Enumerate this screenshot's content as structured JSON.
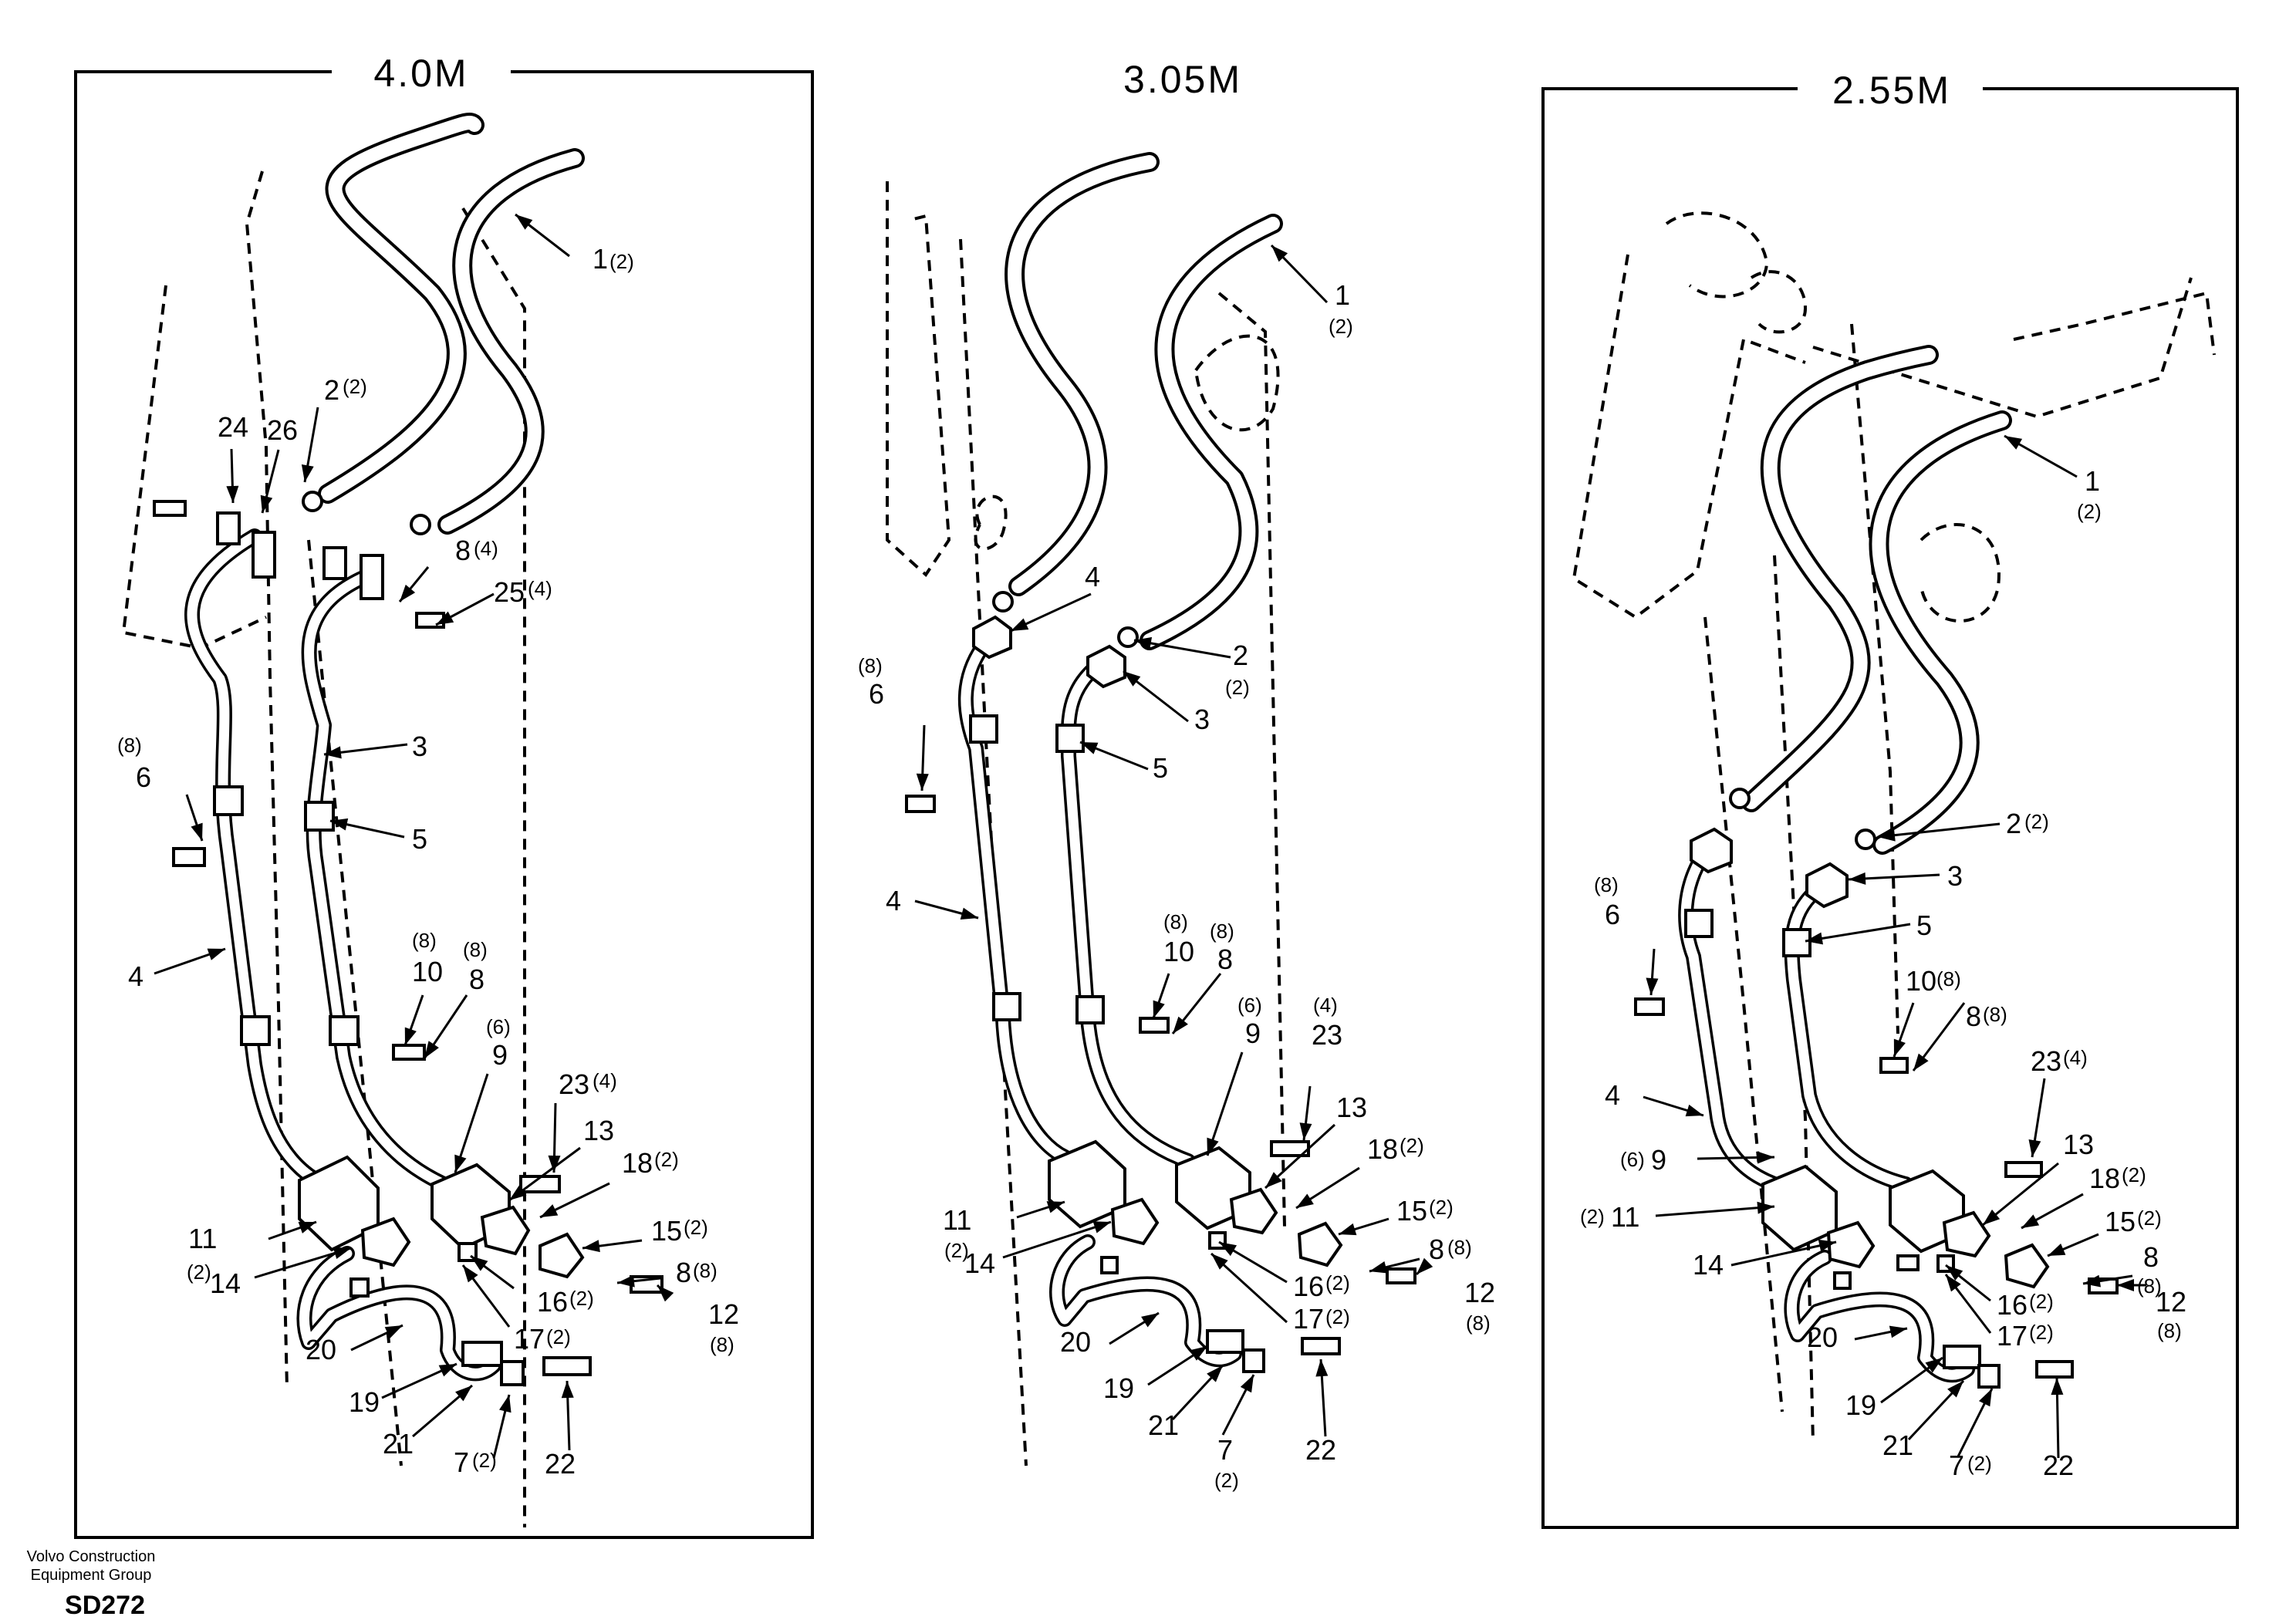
{
  "panels": [
    {
      "title": "4.0M",
      "callouts": [
        {
          "n": "1",
          "q": "(2)"
        },
        {
          "n": "2",
          "q": "(2)"
        },
        {
          "n": "24",
          "q": ""
        },
        {
          "n": "26",
          "q": ""
        },
        {
          "n": "8",
          "q": "(4)"
        },
        {
          "n": "25",
          "q": "(4)"
        },
        {
          "n": "6",
          "q": "(8)"
        },
        {
          "n": "3",
          "q": ""
        },
        {
          "n": "5",
          "q": ""
        },
        {
          "n": "4",
          "q": ""
        },
        {
          "n": "10",
          "q": "(8)"
        },
        {
          "n": "8",
          "q": "(8)"
        },
        {
          "n": "9",
          "q": "(6)"
        },
        {
          "n": "23",
          "q": "(4)"
        },
        {
          "n": "13",
          "q": ""
        },
        {
          "n": "18",
          "q": "(2)"
        },
        {
          "n": "11",
          "q": "(2)"
        },
        {
          "n": "15",
          "q": "(2)"
        },
        {
          "n": "14",
          "q": ""
        },
        {
          "n": "8",
          "q": "(8)"
        },
        {
          "n": "12",
          "q": "(8)"
        },
        {
          "n": "16",
          "q": "(2)"
        },
        {
          "n": "17",
          "q": "(2)"
        },
        {
          "n": "20",
          "q": ""
        },
        {
          "n": "19",
          "q": ""
        },
        {
          "n": "21",
          "q": ""
        },
        {
          "n": "7",
          "q": "(2)"
        },
        {
          "n": "22",
          "q": ""
        }
      ]
    },
    {
      "title": "3.05M",
      "callouts": [
        {
          "n": "1",
          "q": "(2)"
        },
        {
          "n": "4",
          "q": ""
        },
        {
          "n": "2",
          "q": "(2)"
        },
        {
          "n": "6",
          "q": "(8)"
        },
        {
          "n": "3",
          "q": ""
        },
        {
          "n": "5",
          "q": ""
        },
        {
          "n": "4",
          "q": ""
        },
        {
          "n": "10",
          "q": "(8)"
        },
        {
          "n": "8",
          "q": "(8)"
        },
        {
          "n": "9",
          "q": "(6)"
        },
        {
          "n": "23",
          "q": "(4)"
        },
        {
          "n": "13",
          "q": ""
        },
        {
          "n": "18",
          "q": "(2)"
        },
        {
          "n": "11",
          "q": "(2)"
        },
        {
          "n": "15",
          "q": "(2)"
        },
        {
          "n": "14",
          "q": ""
        },
        {
          "n": "8",
          "q": "(8)"
        },
        {
          "n": "12",
          "q": "(8)"
        },
        {
          "n": "16",
          "q": "(2)"
        },
        {
          "n": "17",
          "q": "(2)"
        },
        {
          "n": "20",
          "q": ""
        },
        {
          "n": "19",
          "q": ""
        },
        {
          "n": "21",
          "q": ""
        },
        {
          "n": "7",
          "q": "(2)"
        },
        {
          "n": "22",
          "q": ""
        }
      ]
    },
    {
      "title": "2.55M",
      "callouts": [
        {
          "n": "1",
          "q": "(2)"
        },
        {
          "n": "2",
          "q": "(2)"
        },
        {
          "n": "3",
          "q": ""
        },
        {
          "n": "6",
          "q": "(8)"
        },
        {
          "n": "5",
          "q": ""
        },
        {
          "n": "10",
          "q": "(8)"
        },
        {
          "n": "8",
          "q": "(8)"
        },
        {
          "n": "23",
          "q": "(4)"
        },
        {
          "n": "4",
          "q": ""
        },
        {
          "n": "13",
          "q": ""
        },
        {
          "n": "9",
          "q": "(6)"
        },
        {
          "n": "18",
          "q": "(2)"
        },
        {
          "n": "11",
          "q": "(2)"
        },
        {
          "n": "15",
          "q": "(2)"
        },
        {
          "n": "8",
          "q": "(8)"
        },
        {
          "n": "14",
          "q": ""
        },
        {
          "n": "12",
          "q": "(8)"
        },
        {
          "n": "16",
          "q": "(2)"
        },
        {
          "n": "17",
          "q": "(2)"
        },
        {
          "n": "20",
          "q": ""
        },
        {
          "n": "19",
          "q": ""
        },
        {
          "n": "21",
          "q": ""
        },
        {
          "n": "7",
          "q": "(2)"
        },
        {
          "n": "22",
          "q": ""
        }
      ]
    }
  ],
  "footer": {
    "company_line1": "Volvo Construction",
    "company_line2": "Equipment Group",
    "code": "SD272"
  }
}
